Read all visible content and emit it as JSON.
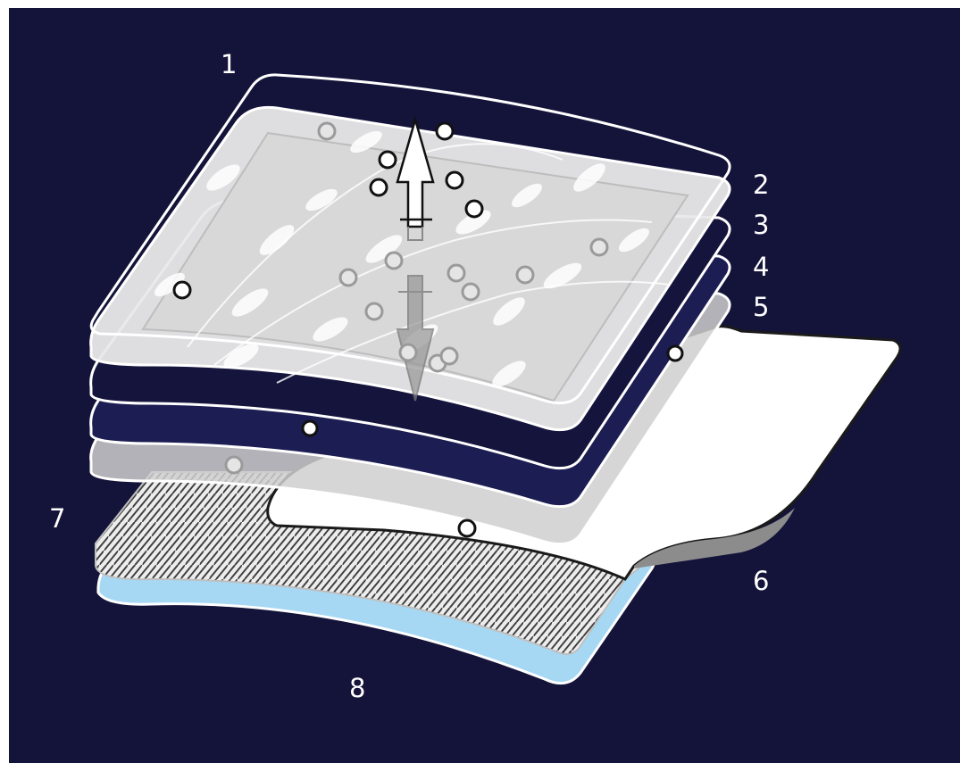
{
  "diagram": {
    "colors": {
      "background": "#14133a",
      "layer_fill_light": "#e9e9e9",
      "layer_fill_navy": "#14143d",
      "layer_fill_navy2": "#1c1d52",
      "layer_outline": "#ffffff",
      "mesh": "#d0d0d0",
      "sheet": "#ffffff",
      "base": "#a6d8f4"
    },
    "labels": [
      {
        "id": "1",
        "text": "1"
      },
      {
        "id": "2",
        "text": "2"
      },
      {
        "id": "3",
        "text": "3"
      },
      {
        "id": "4",
        "text": "4"
      },
      {
        "id": "5",
        "text": "5"
      },
      {
        "id": "6",
        "text": "6"
      },
      {
        "id": "7",
        "text": "7"
      },
      {
        "id": "8",
        "text": "8"
      }
    ],
    "icons": {
      "up_arrow": "up-arrow-icon",
      "down_arrow": "down-arrow-icon",
      "leaf_pattern": "leaf-pattern",
      "hole": "hole-dot"
    }
  }
}
